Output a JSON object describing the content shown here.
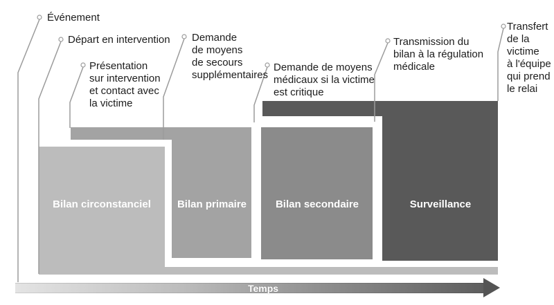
{
  "diagram": {
    "callout_color": "#9b9b9b",
    "events": [
      {
        "label": "Événement"
      },
      {
        "label": "Départ en intervention"
      },
      {
        "label": "Présentation\nsur intervention\net contact avec\nla victime"
      },
      {
        "label": "Demande\nde moyens\nde secours\nsupplémentaires"
      },
      {
        "label": "Demande de moyens\nmédicaux si la victime\nest critique"
      },
      {
        "label": "Transmission du\nbilan à la régulation\nmédicale"
      },
      {
        "label": "Transfert\nde la\nvictime\nà l'équipe\nqui prend\nle relai"
      }
    ],
    "phases": [
      {
        "label": "Bilan circonstanciel",
        "color": "#bcbcbc"
      },
      {
        "label": "Bilan primaire",
        "color": "#a3a3a3"
      },
      {
        "label": "Bilan secondaire",
        "color": "#8b8b8b"
      },
      {
        "label": "Surveillance",
        "color": "#595959"
      }
    ],
    "axis": {
      "label": "Temps"
    }
  }
}
